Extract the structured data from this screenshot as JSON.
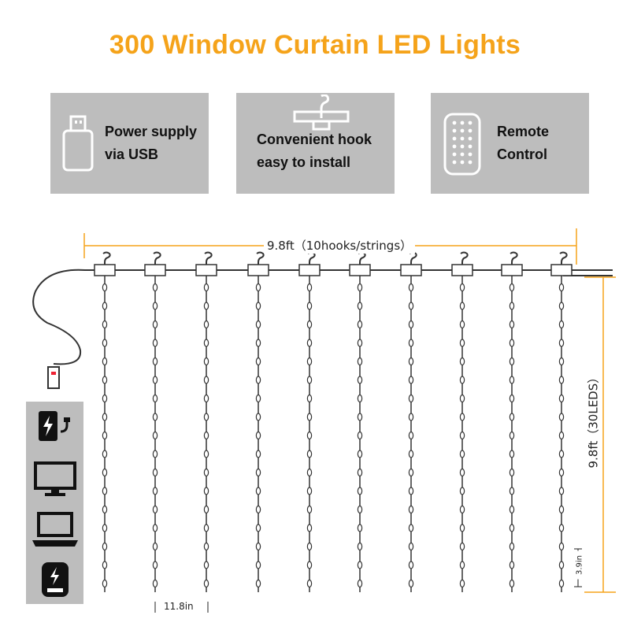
{
  "title": "300 Window Curtain LED Lights",
  "features": [
    {
      "icon": "usb-plug-icon",
      "label": "Power supply\nvia USB"
    },
    {
      "icon": "hanger-hook-icon",
      "label": "Convenient hook\neasy to install"
    },
    {
      "icon": "remote-control-icon",
      "label": "Remote\nControl"
    }
  ],
  "dimensions": {
    "width": "9.8ft（10hooks/strings）",
    "height": "9.8ft（30LEDS）",
    "string_spacing": "11.8in",
    "led_spacing": "3.9in"
  },
  "device_icons": [
    "power-bank-icon",
    "monitor-icon",
    "laptop-icon",
    "phone-charger-icon"
  ],
  "accent_color": "#f5a31a",
  "panel_color": "#bdbdbd"
}
